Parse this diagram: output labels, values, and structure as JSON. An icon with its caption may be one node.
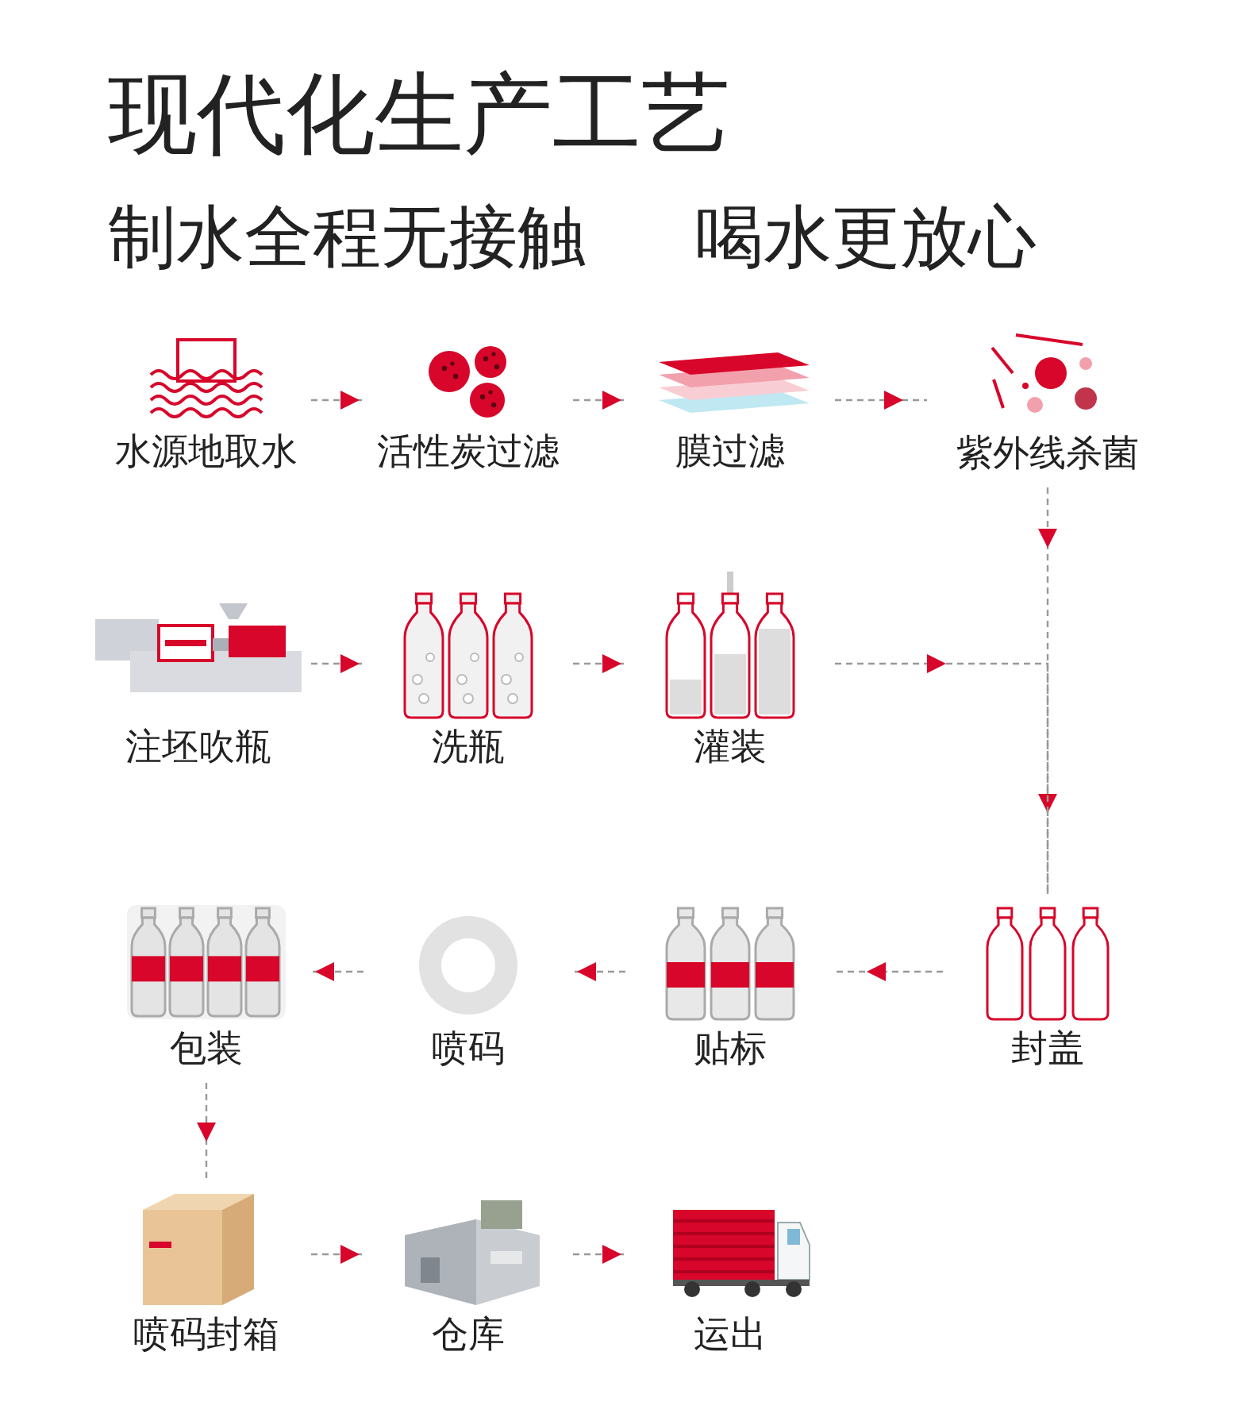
{
  "diagram": {
    "title": "现代化生产工艺",
    "nodes": [
      {
        "text": [
          "水源地取水"
        ]
      },
      {
        "text": [
          "活性炭过滤"
        ]
      },
      {
        "text": [
          "膜过滤"
        ]
      },
      {
        "text": [
          "紫外线杀菌"
        ]
      },
      {
        "text": [
          "注坯吹瓶"
        ]
      },
      {
        "text": [
          "洗瓶"
        ]
      },
      {
        "text": [
          "灌装"
        ]
      },
      {
        "text": [
          "封盖"
        ]
      },
      {
        "text": [
          "贴标"
        ]
      },
      {
        "text": [
          "喷码"
        ]
      },
      {
        "text": [
          "包装"
        ]
      },
      {
        "text": [
          "喷码封箱"
        ]
      },
      {
        "text": [
          "仓库"
        ]
      },
      {
        "text": [
          "运出"
        ]
      }
    ],
    "edges": [
      {
        "from": 0,
        "to": 1,
        "arrow": "to"
      },
      {
        "from": 1,
        "to": 2,
        "arrow": "to"
      },
      {
        "from": 2,
        "to": 3,
        "arrow": "to"
      },
      {
        "from": 3,
        "to": 7,
        "arrow": "to"
      },
      {
        "from": 4,
        "to": 5,
        "arrow": "to"
      },
      {
        "from": 5,
        "to": 6,
        "arrow": "to"
      },
      {
        "from": 6,
        "to": 7,
        "arrow": "to"
      },
      {
        "from": 7,
        "to": 8,
        "arrow": "to"
      },
      {
        "from": 8,
        "to": 9,
        "arrow": "to"
      },
      {
        "from": 9,
        "to": 10,
        "arrow": "to"
      },
      {
        "from": 10,
        "to": 11,
        "arrow": "to"
      },
      {
        "from": 11,
        "to": 12,
        "arrow": "to"
      },
      {
        "from": 12,
        "to": 13,
        "arrow": "to"
      }
    ],
    "labels": [
      "制水全程无接触",
      "喝水更放心"
    ]
  }
}
